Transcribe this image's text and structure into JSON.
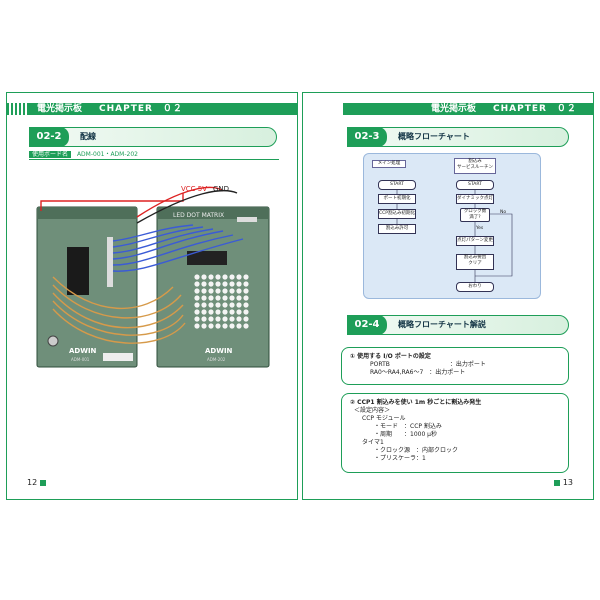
{
  "left": {
    "chapter_title": "電光掲示板",
    "chapter_label": "CHAPTER　０２",
    "section_num": "02-2",
    "section_title": "配線",
    "board_tag": "使用ボード名",
    "board_value": "ADM-001・ADM-202",
    "vcc": "VCC 5V",
    "gnd": "GND",
    "board1_brand": "ADWIN",
    "board1_model": "ADM-001",
    "board2_brand": "ADWIN",
    "board2_model": "ADM-202",
    "board2_label": "LED DOT MATRIX",
    "page_number": "12"
  },
  "right": {
    "chapter_title": "電光掲示板",
    "chapter_label": "CHAPTER　０２",
    "section3_num": "02-3",
    "section3_title": "概略フローチャート",
    "main_label": "メイン処理",
    "isr_label": "割込み\nサービスルーチン",
    "m_start": "START",
    "m_1": "ポート初期化",
    "m_2": "CCP割込み初期化",
    "m_3": "割込み許可",
    "i_start": "START",
    "i_1": "ダイナミック点灯",
    "i_dec": "クロック数\n満了?",
    "i_yes": "Yes",
    "i_no": "No",
    "i_2": "点灯パターン変更",
    "i_3": "割込み要因\nクリア",
    "i_end": "おわり",
    "section4_num": "02-4",
    "section4_title": "概略フローチャート解説",
    "box1_title": "① 使用する I/O ポートの設定",
    "box1_lines": [
      "PORTB　　　　　　　　　　：出力ポート",
      "RA0～RA4,RA6～7　：出力ポート"
    ],
    "box2_title": "② CCP1 割込みを使い 1m 秒ごとに割込み発生",
    "box2_lines": [
      "＜設定内容＞",
      "CCP モジュール",
      "・モード　：CCP 割込み",
      "・周期　　：1000 μ秒",
      "タイマ1",
      "・クロック源　：内部クロック",
      "・プリスケーラ：1"
    ],
    "page_number": "13"
  }
}
